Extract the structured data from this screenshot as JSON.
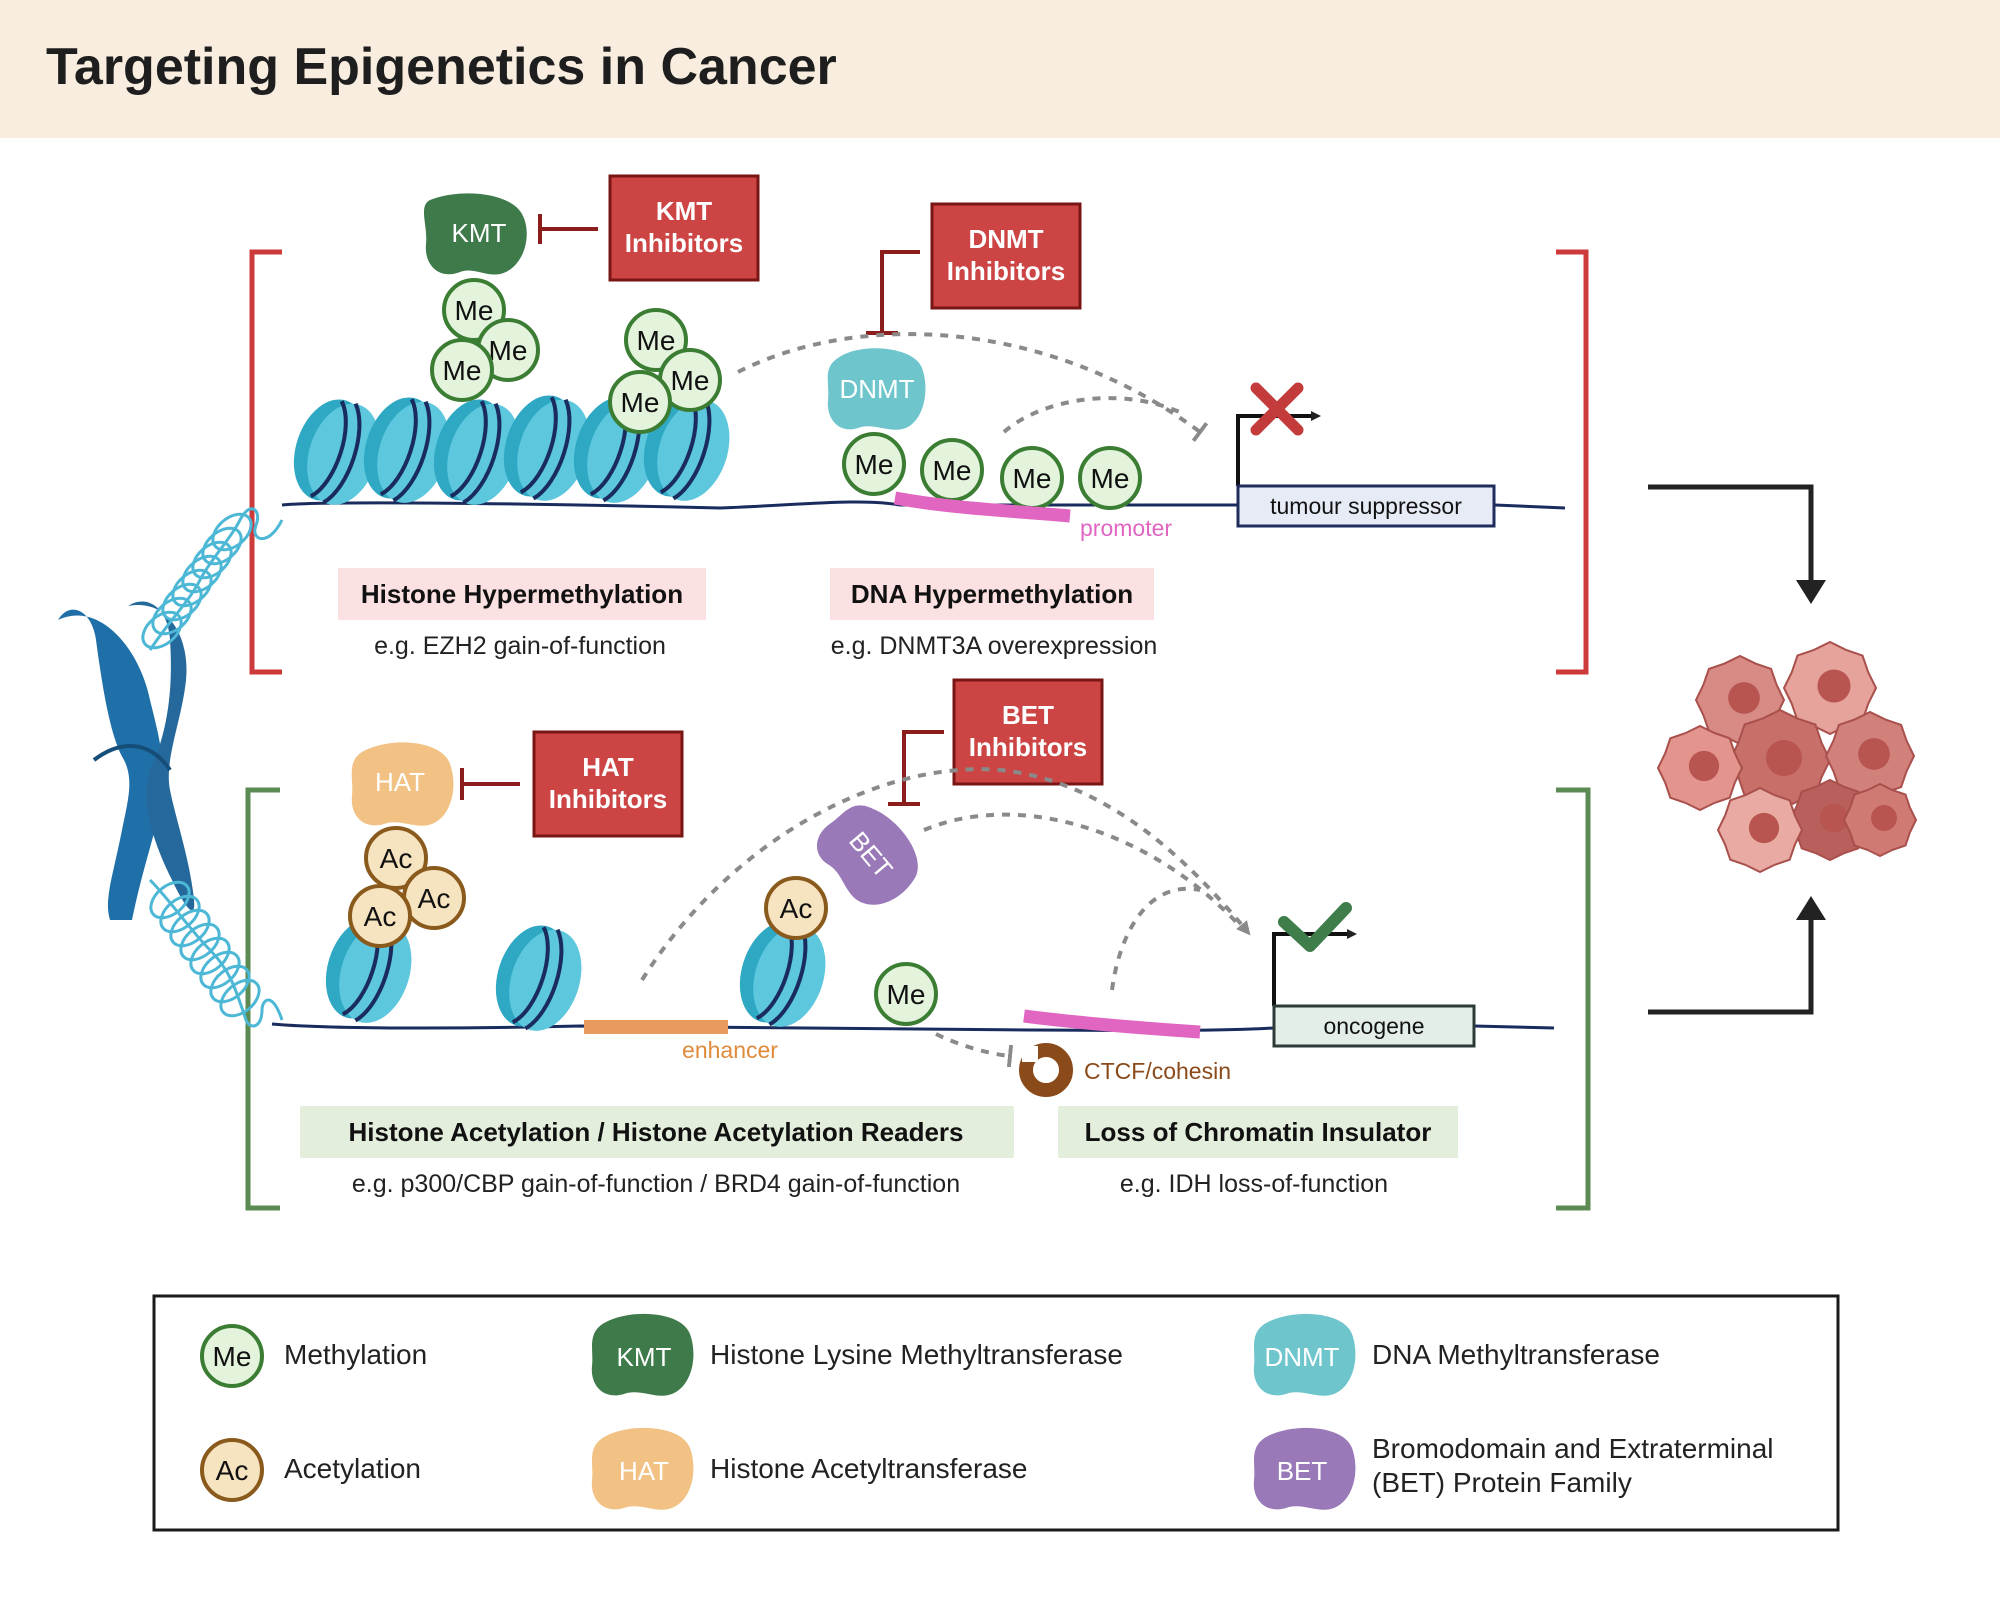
{
  "title": "Targeting Epigenetics in Cancer",
  "me_label": "Me",
  "ac_label": "Ac",
  "top": {
    "kmt": {
      "enzyme": "KMT",
      "inhibitor_line1": "KMT",
      "inhibitor_line2": "Inhibitors"
    },
    "dnmt": {
      "enzyme": "DNMT",
      "inhibitor_line1": "DNMT",
      "inhibitor_line2": "Inhibitors"
    },
    "promoter": "promoter",
    "gene": "tumour suppressor",
    "mechanism_1": {
      "title": "Histone Hypermethylation",
      "example": "e.g. EZH2 gain-of-function"
    },
    "mechanism_2": {
      "title": "DNA Hypermethylation",
      "example": "e.g. DNMT3A overexpression"
    }
  },
  "bottom": {
    "hat": {
      "enzyme": "HAT",
      "inhibitor_line1": "HAT",
      "inhibitor_line2": "Inhibitors"
    },
    "bet": {
      "enzyme": "BET",
      "inhibitor_line1": "BET",
      "inhibitor_line2": "Inhibitors"
    },
    "enhancer": "enhancer",
    "insulator": "CTCF/cohesin",
    "gene": "oncogene",
    "mechanism_1": {
      "title": "Histone Acetylation / Histone Acetylation Readers",
      "example": "e.g. p300/CBP gain-of-function / BRD4 gain-of-function"
    },
    "mechanism_2": {
      "title": "Loss of Chromatin Insulator",
      "example": "e.g. IDH loss-of-function"
    }
  },
  "legend": {
    "methylation": {
      "icon": "Me",
      "label": "Methylation"
    },
    "acetylation": {
      "icon": "Ac",
      "label": "Acetylation"
    },
    "kmt": {
      "icon": "KMT",
      "label": "Histone Lysine Methyltransferase"
    },
    "hat": {
      "icon": "HAT",
      "label": "Histone Acetyltransferase"
    },
    "dnmt": {
      "icon": "DNMT",
      "label": "DNA Methyltransferase"
    },
    "bet": {
      "icon": "BET",
      "label_line1": "Bromodomain and Extraterminal",
      "label_line2": "(BET) Protein Family"
    }
  },
  "colors": {
    "header_bg": "#f9ede0",
    "inhibitor_fill": "#cc4444",
    "inhibitor_stroke": "#7a1515",
    "kmt": "#3e7a4a",
    "dnmt": "#6ec5cc",
    "hat": "#f2c184",
    "bet": "#9a79b8",
    "me_fill": "#e3f3dc",
    "me_stroke": "#3c7d34",
    "ac_fill": "#f6e3bf",
    "ac_stroke": "#8a5a1d",
    "nucleosome": "#2fa8c4",
    "promoter": "#e066c1",
    "enhancer": "#e89a5f",
    "red_bracket": "#cc3a3a",
    "green_bracket": "#5b8a52",
    "mechanism_top_bg": "#fbe1e1",
    "mechanism_bottom_bg": "#e4eedd",
    "check": "#3f7d4b",
    "cross": "#c43b3b"
  }
}
